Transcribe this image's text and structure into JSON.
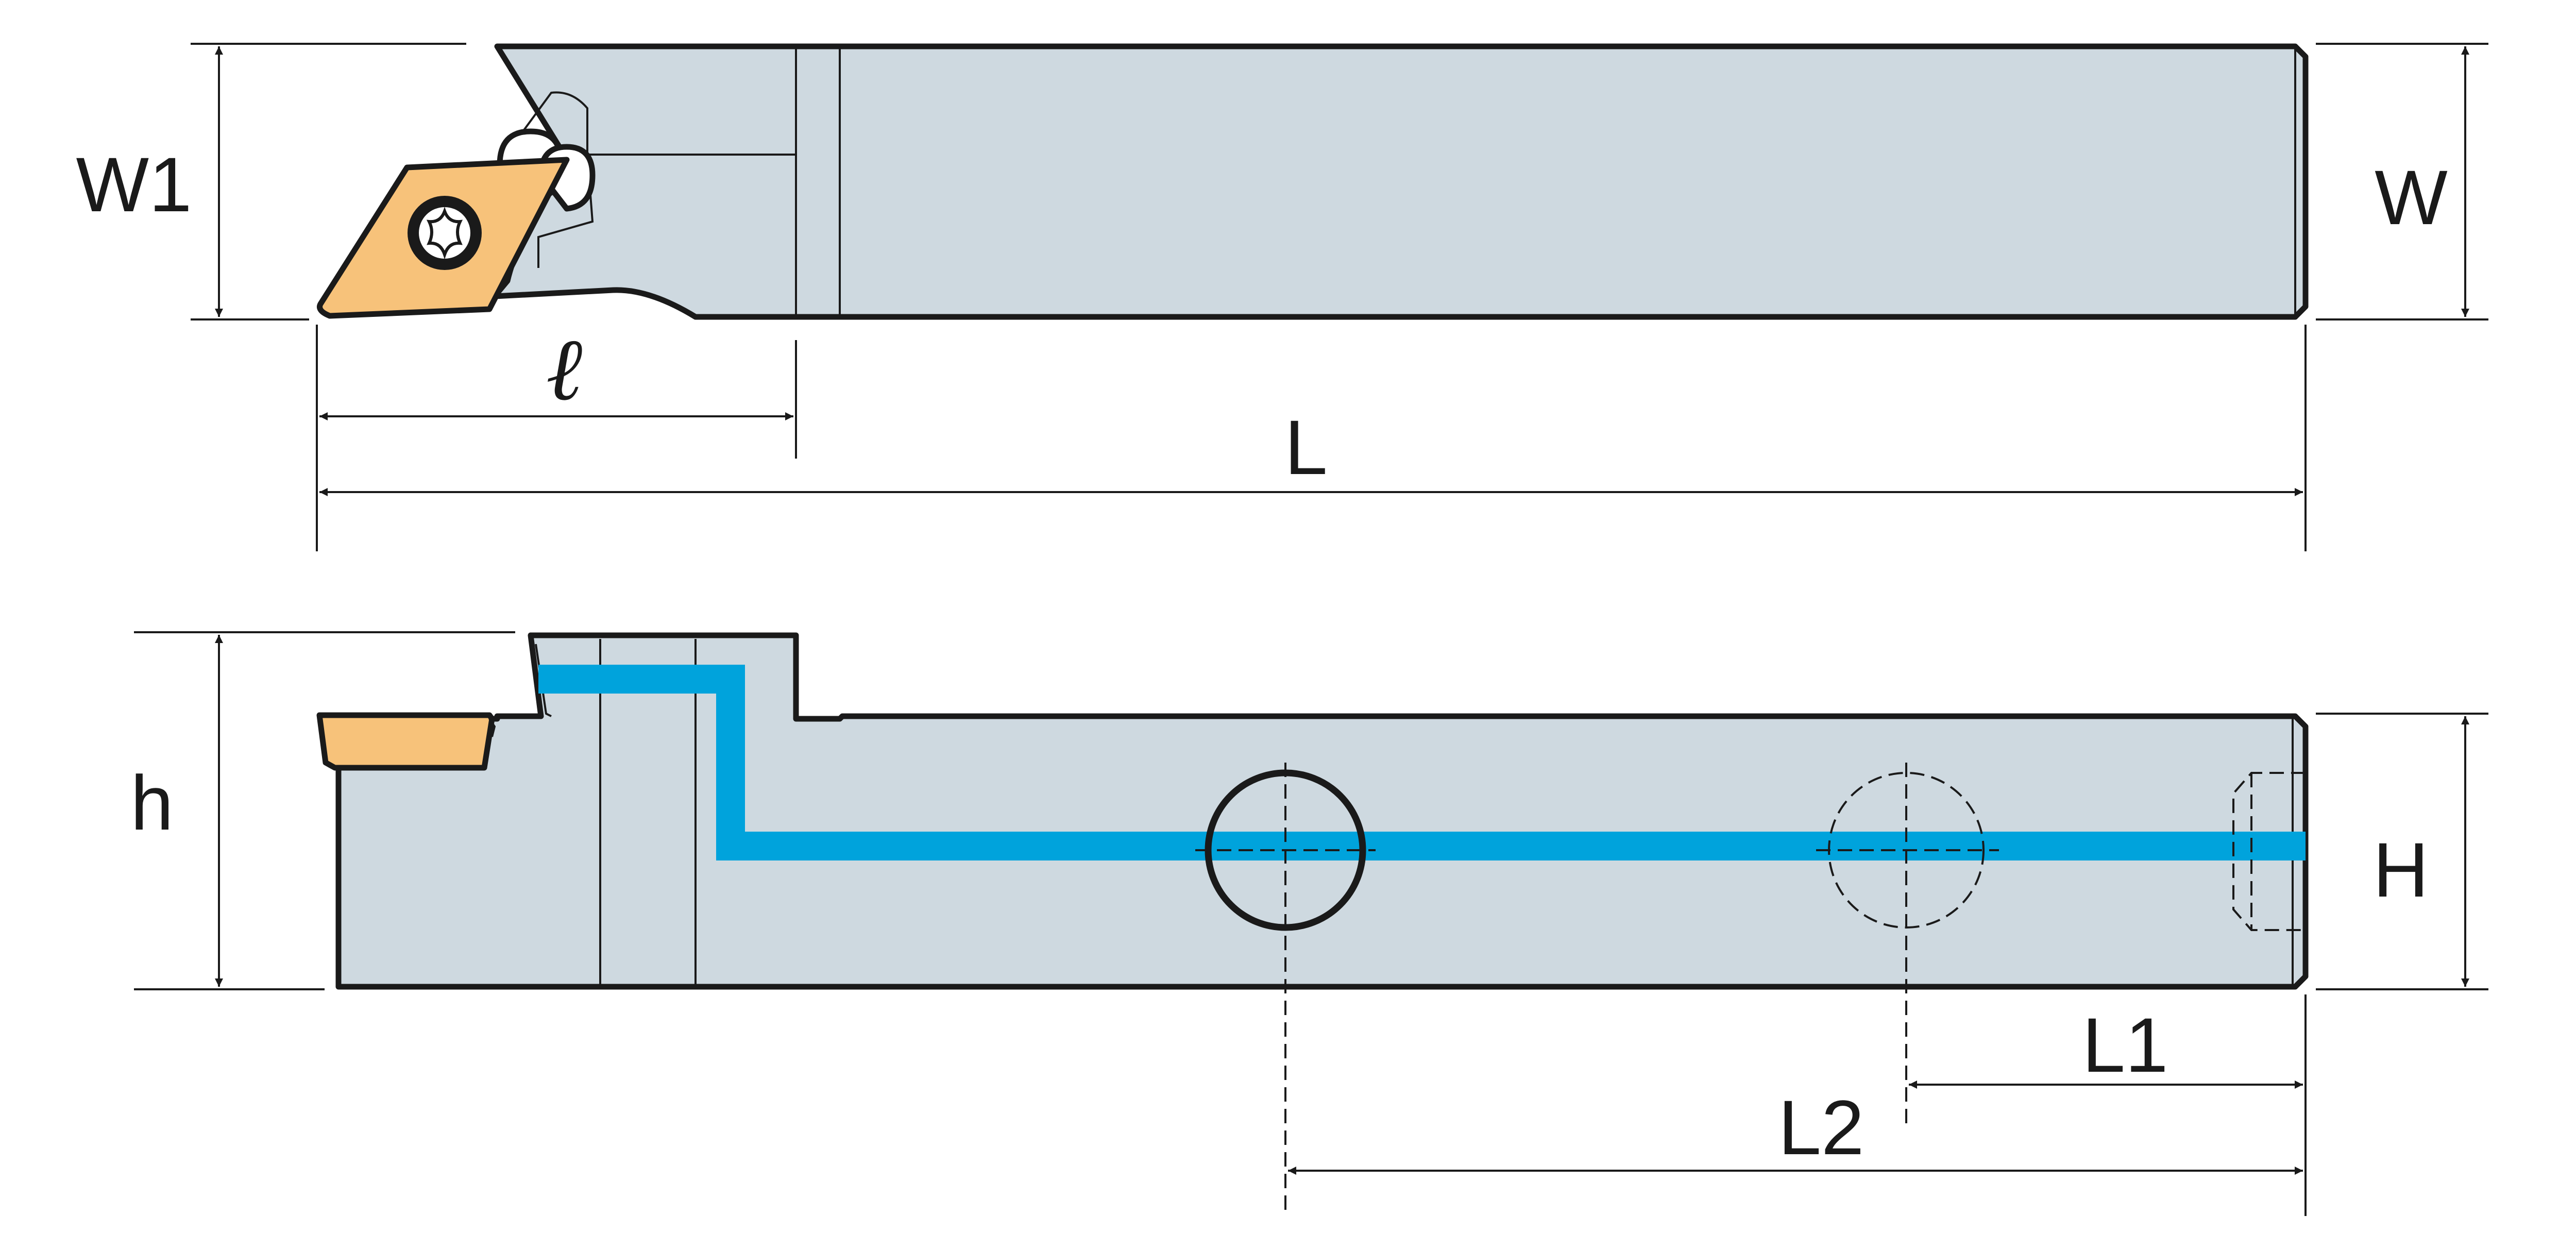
{
  "labels": {
    "W1": "W1",
    "W": "W",
    "ell": "ℓ",
    "L": "L",
    "h": "h",
    "H": "H",
    "L1": "L1",
    "L2": "L2"
  },
  "colors": {
    "body": "#ced9e0",
    "insert": "#f7c27a",
    "coolant": "#00a3dc",
    "line": "#1a1a1a",
    "background": "#ffffff"
  },
  "icons": {
    "insert_screw": "torx-screw-icon"
  }
}
